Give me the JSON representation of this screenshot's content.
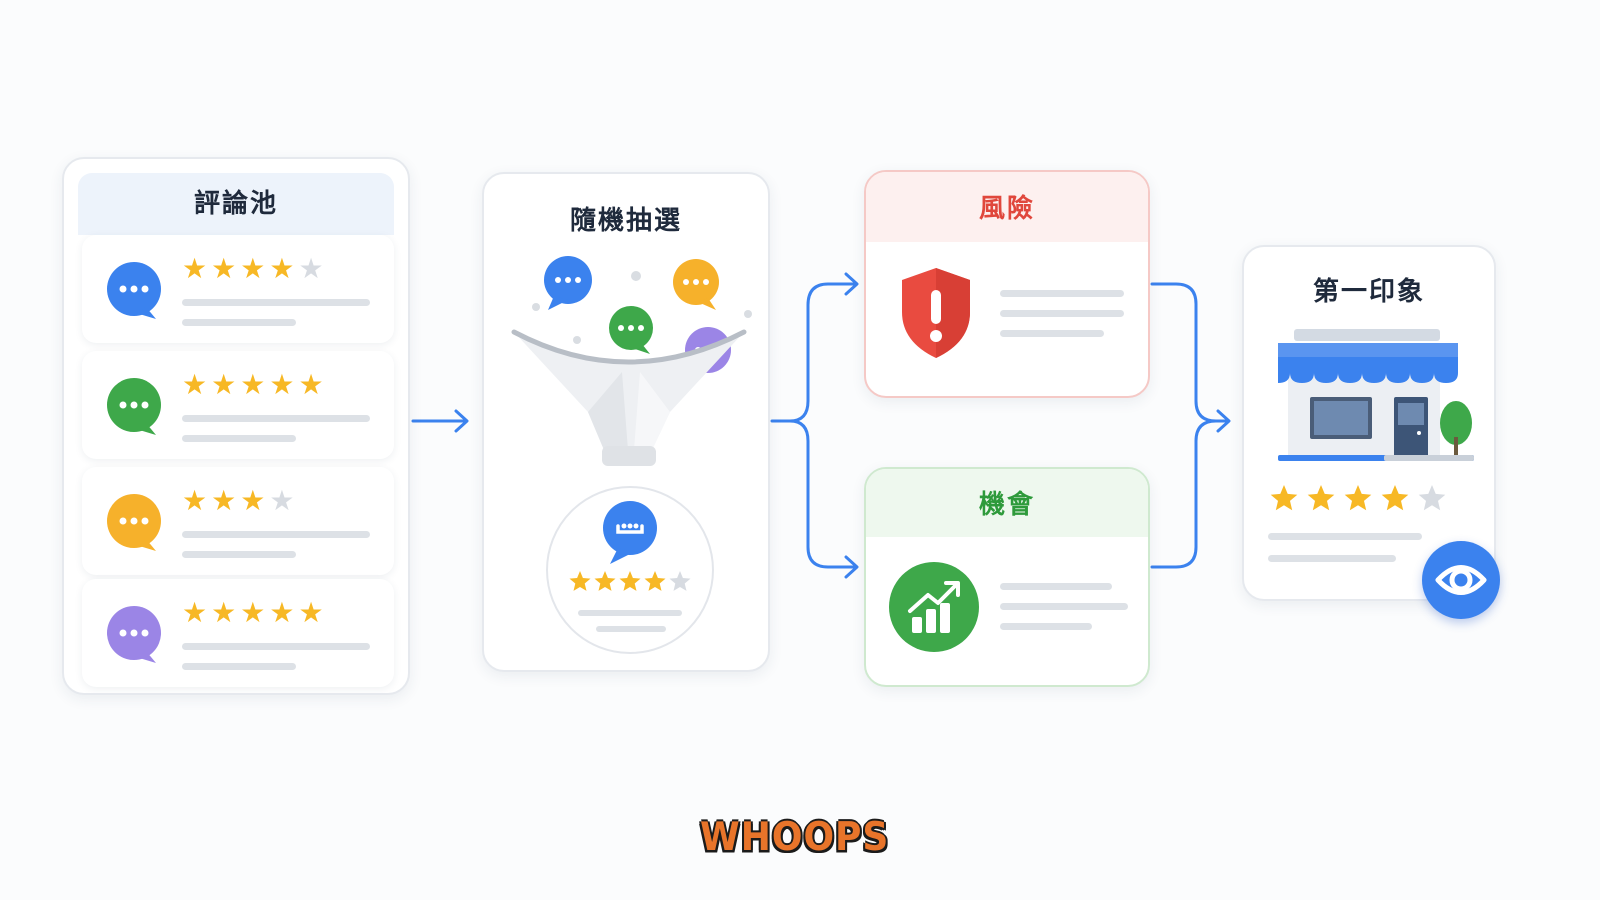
{
  "colors": {
    "accent": "#3b82ee",
    "risk": "#e0473c",
    "opportunity": "#2e9a3b",
    "star": "#f7b825"
  },
  "pool": {
    "title": "評論池",
    "reviews": [
      {
        "bubble_color": "#3b82ee",
        "rating": 4
      },
      {
        "bubble_color": "#3ea84a",
        "rating": 5
      },
      {
        "bubble_color": "#f6b12b",
        "rating": 3
      },
      {
        "bubble_color": "#9b85e6",
        "rating": 5
      }
    ]
  },
  "draw": {
    "title": "隨機抽選",
    "picked_rating": 4
  },
  "risk": {
    "title": "風險",
    "icon": "shield-alert-icon"
  },
  "opportunity": {
    "title": "機會",
    "icon": "growth-chart-icon"
  },
  "impression": {
    "title": "第一印象",
    "rating": 4,
    "icon": "storefront-icon",
    "badge_icon": "eye-icon"
  },
  "logo": {
    "text": "WHOOPS"
  }
}
